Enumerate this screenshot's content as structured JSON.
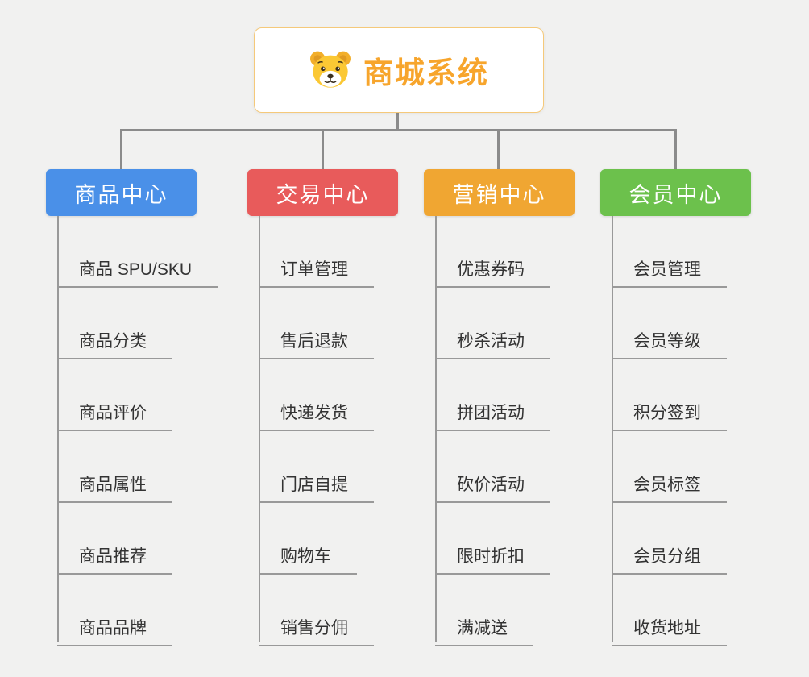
{
  "root": {
    "title": "商城系统",
    "icon": "dog-icon",
    "title_color": "#f7a52c",
    "border_color": "#f5c97a"
  },
  "style": {
    "background_color": "#f1f1f0",
    "connector_color": "#8b8b8b",
    "underline_color": "#999999"
  },
  "branches": [
    {
      "label": "商品中心",
      "color": "#4a90e8",
      "children": [
        "商品 SPU/SKU",
        "商品分类",
        "商品评价",
        "商品属性",
        "商品推荐",
        "商品品牌"
      ]
    },
    {
      "label": "交易中心",
      "color": "#e85b5b",
      "children": [
        "订单管理",
        "售后退款",
        "快递发货",
        "门店自提",
        "购物车",
        "销售分佣"
      ]
    },
    {
      "label": "营销中心",
      "color": "#f0a632",
      "children": [
        "优惠券码",
        "秒杀活动",
        "拼团活动",
        "砍价活动",
        "限时折扣",
        "满减送"
      ]
    },
    {
      "label": "会员中心",
      "color": "#6cc14c",
      "children": [
        "会员管理",
        "会员等级",
        "积分签到",
        "会员标签",
        "会员分组",
        "收货地址"
      ]
    }
  ]
}
